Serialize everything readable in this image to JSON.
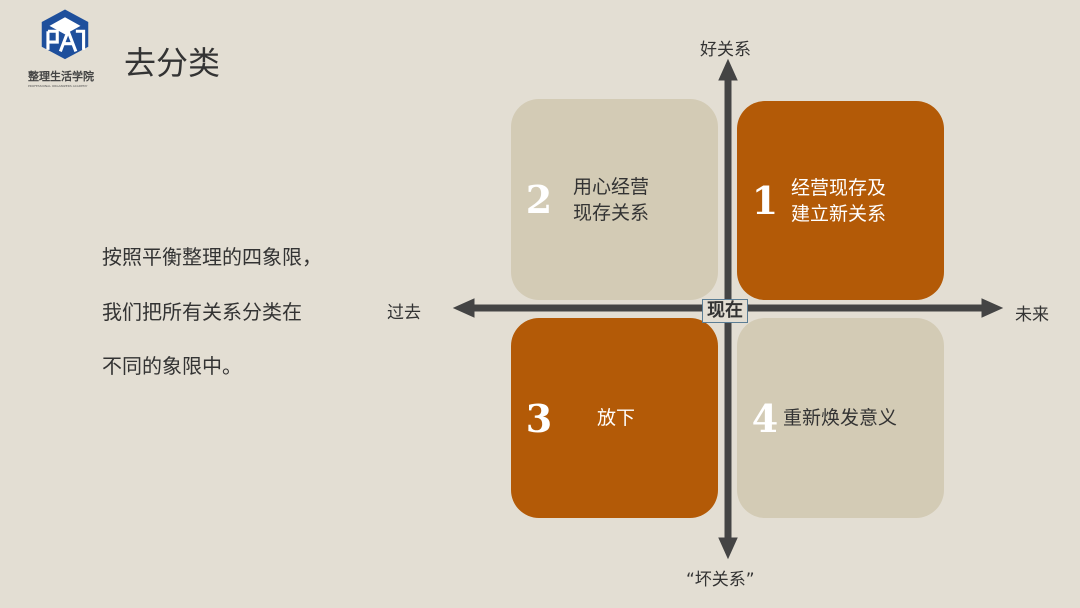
{
  "slide": {
    "title": "去分类"
  },
  "logo": {
    "name": "整理生活学院",
    "tagline": "PROFESSIONAL ORGANIZERS ACADEMY"
  },
  "body": {
    "lines": [
      "按照平衡整理的四象限，",
      "我们把所有关系分类在",
      "不同的象限中。"
    ]
  },
  "axes": {
    "top": "好关系",
    "bottom": "“坏关系”",
    "left": "过去",
    "right": "未来",
    "center": "现在"
  },
  "quadrants": [
    {
      "number": "1",
      "lines": [
        "经营现存及",
        "建立新关系"
      ],
      "color": "#b35a07"
    },
    {
      "number": "2",
      "lines": [
        "用心经营",
        "现存关系"
      ],
      "color": "#d3cbb5"
    },
    {
      "number": "3",
      "lines": [
        "放下"
      ],
      "color": "#b35a07"
    },
    {
      "number": "4",
      "lines": [
        "重新焕发意义"
      ],
      "color": "#d3cbb5"
    }
  ],
  "colors": {
    "background": "#e3ded3",
    "axis": "#444444",
    "logo_blue": "#1e4f9c"
  }
}
